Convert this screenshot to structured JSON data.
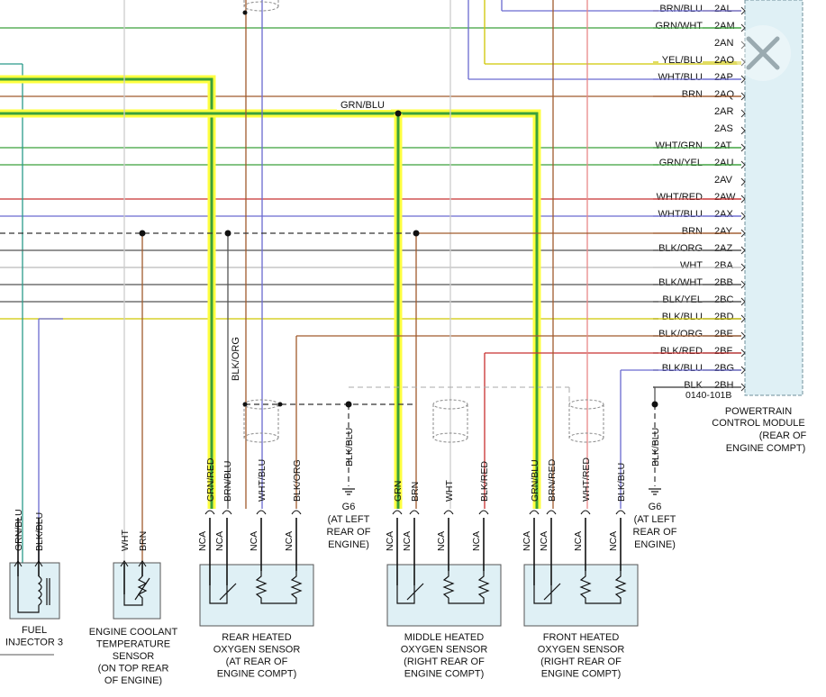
{
  "connector_id": "0140-101B",
  "pcm": {
    "lines": [
      "POWERTRAIN",
      "CONTROL MODULE",
      "(REAR OF",
      "ENGINE COMPT)"
    ]
  },
  "close_icon": "close-icon",
  "pcm_pins": [
    {
      "wire": "BRN/BLU",
      "pin": "2AL",
      "color": "#a05a2c"
    },
    {
      "wire": "GRN/WHT",
      "pin": "2AM",
      "color": "#3aa03a"
    },
    {
      "wire": "",
      "pin": "2AN",
      "color": ""
    },
    {
      "wire": "YEL/BLU",
      "pin": "2AO",
      "color": "#cfc600"
    },
    {
      "wire": "WHT/BLU",
      "pin": "2AP",
      "color": "#6a6ad0"
    },
    {
      "wire": "BRN",
      "pin": "2AQ",
      "color": "#a05a2c"
    },
    {
      "wire": "",
      "pin": "2AR",
      "color": ""
    },
    {
      "wire": "",
      "pin": "2AS",
      "color": ""
    },
    {
      "wire": "WHT/GRN",
      "pin": "2AT",
      "color": "#3aa03a"
    },
    {
      "wire": "GRN/YEL",
      "pin": "2AU",
      "color": "#3aa03a"
    },
    {
      "wire": "",
      "pin": "2AV",
      "color": ""
    },
    {
      "wire": "WHT/RED",
      "pin": "2AW",
      "color": "#c83030"
    },
    {
      "wire": "WHT/BLU",
      "pin": "2AX",
      "color": "#6a6ad0"
    },
    {
      "wire": "BRN",
      "pin": "2AY",
      "color": "#a05a2c"
    },
    {
      "wire": "BLK/ORG",
      "pin": "2AZ",
      "color": "#222222"
    },
    {
      "wire": "WHT",
      "pin": "2BA",
      "color": "#cccccc"
    },
    {
      "wire": "BLK/WHT",
      "pin": "2BB",
      "color": "#222222"
    },
    {
      "wire": "BLK/YEL",
      "pin": "2BC",
      "color": "#222222"
    },
    {
      "wire": "BLK/BLU",
      "pin": "2BD",
      "color": "#222222"
    },
    {
      "wire": "BLK/ORG",
      "pin": "2BE",
      "color": "#222222"
    },
    {
      "wire": "BLK/RED",
      "pin": "2BF",
      "color": "#222222"
    },
    {
      "wire": "BLK/BLU",
      "pin": "2BG",
      "color": "#222222"
    },
    {
      "wire": "BLK",
      "pin": "2BH",
      "color": "#222222"
    }
  ],
  "mid_labels": {
    "grn_blu": "GRN/BLU",
    "blk_org": "BLK/ORG"
  },
  "grounds": [
    {
      "wire": "BLK/BLU",
      "lines": [
        "G6",
        "(AT LEFT",
        "REAR OF",
        "ENGINE)"
      ]
    },
    {
      "wire": "BLK/BLU",
      "lines": [
        "G6",
        "(AT LEFT",
        "REAR OF",
        "ENGINE)"
      ]
    }
  ],
  "components": [
    {
      "id": "fuel-injector-3",
      "lines": [
        "FUEL",
        "INJECTOR 3"
      ],
      "wires": [
        "GRN/BLU",
        "BLK/BLU"
      ],
      "pins": []
    },
    {
      "id": "engine-coolant-temperature-sensor",
      "lines": [
        "ENGINE COOLANT",
        "TEMPERATURE",
        "SENSOR",
        "(ON TOP REAR",
        "OF ENGINE)"
      ],
      "wires": [
        "WHT",
        "BRN"
      ],
      "pins": []
    },
    {
      "id": "rear-heated-oxygen-sensor",
      "lines": [
        "REAR HEATED",
        "OXYGEN SENSOR",
        "(AT REAR OF",
        "ENGINE COMPT)"
      ],
      "wires": [
        "GRN/RED",
        "BRN/BLU",
        "WHT/BLU",
        "BLK/ORG"
      ],
      "pins": [
        "NCA",
        "NCA",
        "NCA",
        "NCA"
      ]
    },
    {
      "id": "middle-heated-oxygen-sensor",
      "lines": [
        "MIDDLE HEATED",
        "OXYGEN SENSOR",
        "(RIGHT REAR OF",
        "ENGINE COMPT)"
      ],
      "wires": [
        "GRN",
        "BRN",
        "WHT",
        "BLK/RED"
      ],
      "pins": [
        "NCA",
        "NCA",
        "NCA",
        "NCA"
      ]
    },
    {
      "id": "front-heated-oxygen-sensor",
      "lines": [
        "FRONT HEATED",
        "OXYGEN SENSOR",
        "(RIGHT REAR OF",
        "ENGINE COMPT)"
      ],
      "wires": [
        "GRN/BLU",
        "BRN/RED",
        "WHT/RED",
        "BLK/BLU"
      ],
      "pins": [
        "NCA",
        "NCA",
        "NCA",
        "NCA"
      ]
    }
  ]
}
